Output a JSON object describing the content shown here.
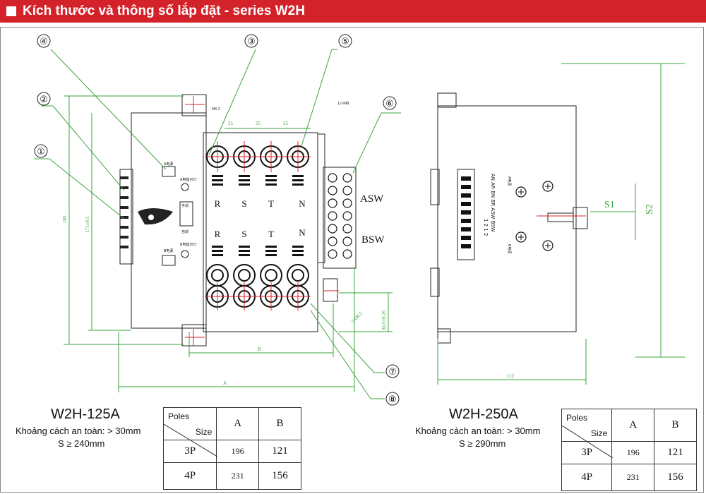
{
  "header": {
    "title": "Kích thước và thông số lắp đặt - series W2H"
  },
  "left": {
    "callouts": [
      "④",
      "③",
      "⑤",
      "②",
      "⑥",
      "①",
      "⑦",
      "⑧"
    ],
    "dims": {
      "d35a": "35",
      "d35b": "35",
      "d35c": "35",
      "m8": "12-M8",
      "hole": "Ø6.5",
      "h185": "185",
      "h171": "171±0.5",
      "b": "B",
      "a": "A",
      "right_v": "30.5±0.26",
      "hole2": "2-Ø6.5"
    },
    "phases_top": [
      "R",
      "S",
      "T",
      "N"
    ],
    "phases_bottom": [
      "R",
      "S",
      "T",
      "N"
    ],
    "labels": {
      "asw": "ASW",
      "bsw": "BSW",
      "a_power": "A电源",
      "a_ind": "A电指示灯",
      "manual": "手动",
      "auto": "自动",
      "b_ind": "B电指示灯",
      "b_power": "B电源"
    },
    "model": "W2H-125A",
    "spec1": "Khoảng cách an toàn: > 30mm",
    "spec2": "S ≥ 240mm",
    "table": {
      "size": "Size",
      "poles": "Poles",
      "col_a": "A",
      "col_b": "B",
      "rows": [
        {
          "p": "3P",
          "a": "196",
          "b": "121"
        },
        {
          "p": "4P",
          "a": "231",
          "b": "156"
        }
      ]
    }
  },
  "right": {
    "dims": {
      "s1": "S1",
      "s2": "S2",
      "w112": "112"
    },
    "terminal_text": "AN AR BN BR ASW BSW",
    "terminal_nums": "1 2 1 2",
    "small1": "A电源",
    "small2": "B电源",
    "model": "W2H-250A",
    "spec1": "Khoảng cách an toàn: > 30mm",
    "spec2": "S ≥ 290mm",
    "table": {
      "size": "Size",
      "poles": "Poles",
      "col_a": "A",
      "col_b": "B",
      "rows": [
        {
          "p": "3P",
          "a": "196",
          "b": "121"
        },
        {
          "p": "4P",
          "a": "231",
          "b": "156"
        }
      ]
    }
  }
}
